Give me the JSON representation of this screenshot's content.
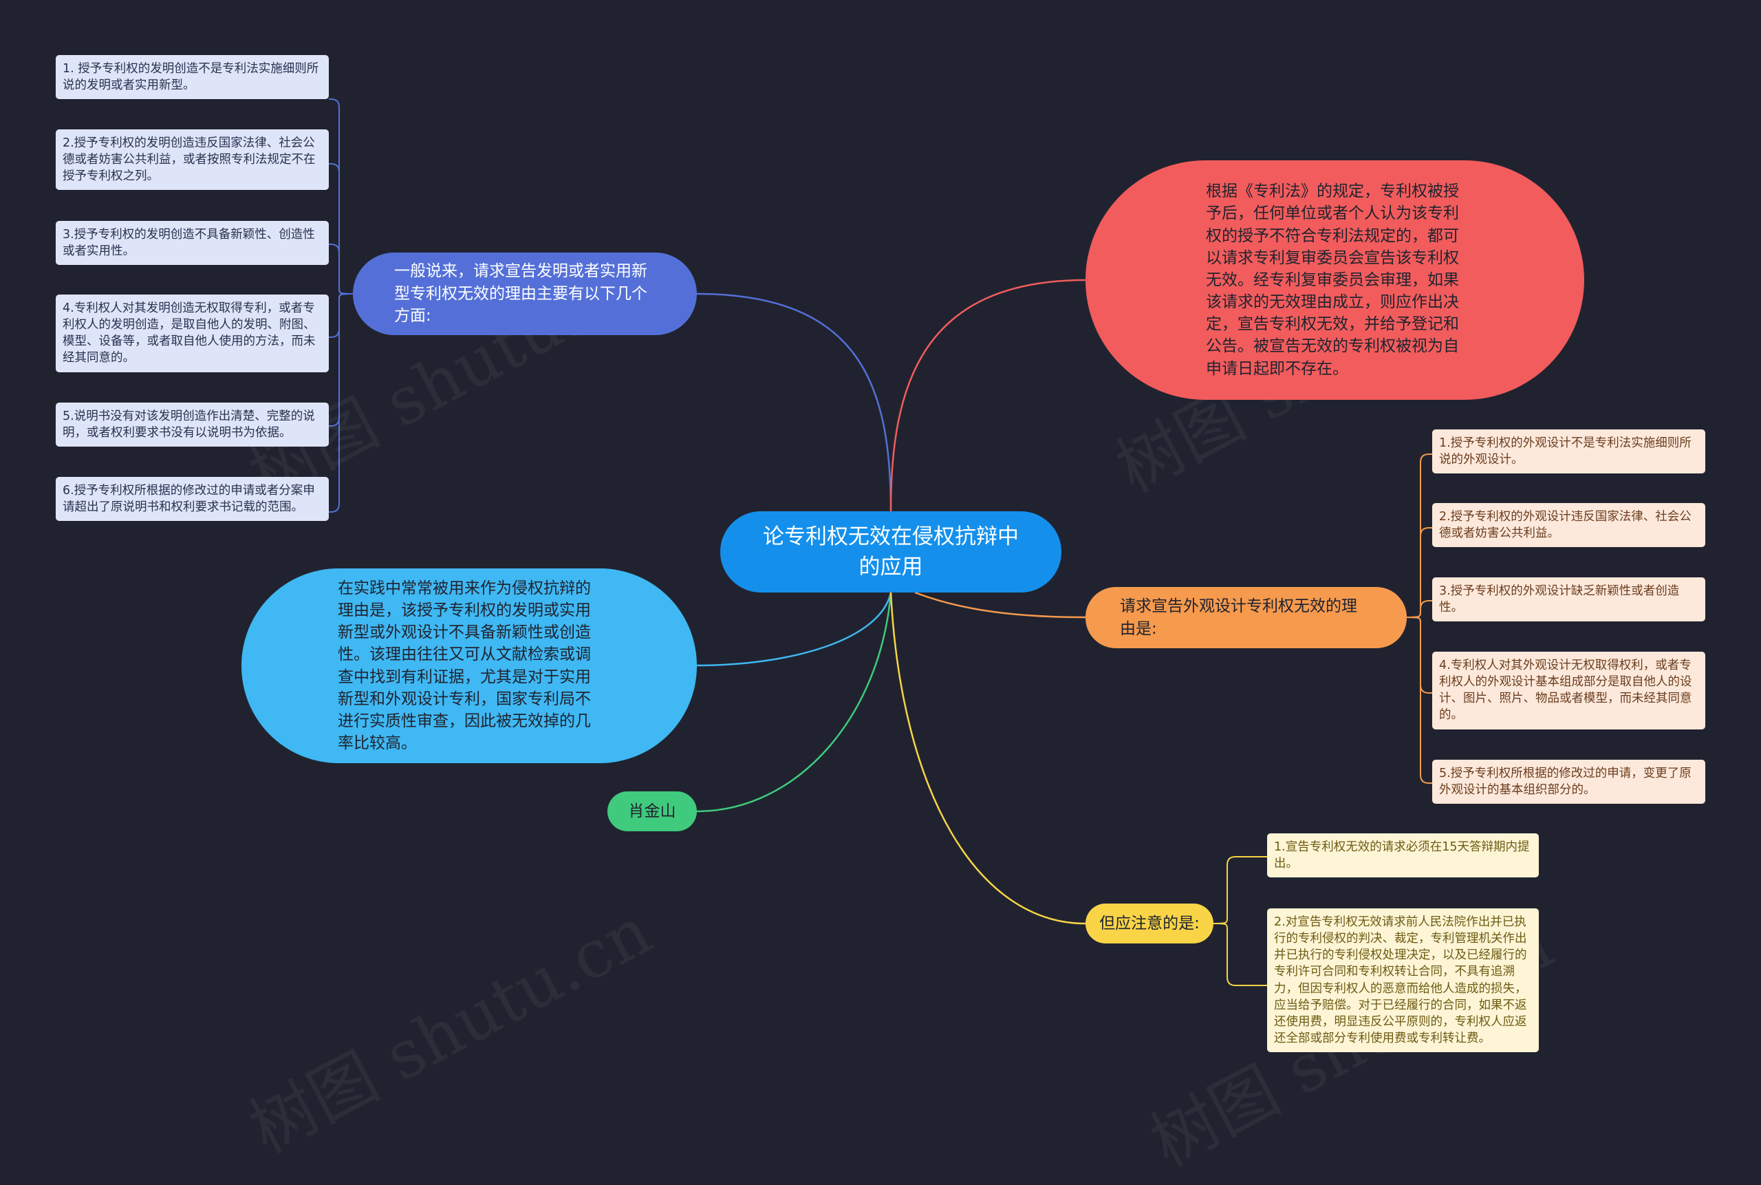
{
  "center": {
    "text": "论专利权无效在侵权抗辩中的应用"
  },
  "branches": {
    "blue": {
      "text": "一般说来，请求宣告发明或者实用新型专利权无效的理由主要有以下几个方面:",
      "color": "#5470d8"
    },
    "red": {
      "text": "根据《专利法》的规定，专利权被授予后，任何单位或者个人认为该专利权的授予不符合专利法规定的，都可以请求专利复审委员会宣告该专利权无效。经专利复审委员会审理，如果该请求的无效理由成立，则应作出决定，宣告专利权无效，并给予登记和公告。被宣告无效的专利权被视为自申请日起即不存在。",
      "color": "#f25c5c"
    },
    "cyan": {
      "text": "在实践中常常被用来作为侵权抗辩的理由是，该授予专利权的发明或实用新型或外观设计不具备新颖性或创造性。该理由往往又可从文献检索或调查中找到有利证据，尤其是对于实用新型和外观设计专利，国家专利局不进行实质性审查，因此被无效掉的几率比较高。",
      "color": "#3fb8f3"
    },
    "green": {
      "text": "肖金山",
      "color": "#3fca7d"
    },
    "orange": {
      "text": "请求宣告外观设计专利权无效的理由是:",
      "color": "#f69a4d"
    },
    "yellow": {
      "text": "但应注意的是:",
      "color": "#f9d447"
    }
  },
  "blue_leaves": [
    "1. 授予专利权的发明创造不是专利法实施细则所说的发明或者实用新型。",
    "2.授予专利权的发明创造违反国家法律、社会公德或者妨害公共利益，或者按照专利法规定不在授予专利权之列。",
    "3.授予专利权的发明创造不具备新颖性、创造性或者实用性。",
    "4.专利权人对其发明创造无权取得专利，或者专利权人的发明创造，是取自他人的发明、附图、模型、设备等，或者取自他人使用的方法，而未经其同意的。",
    "5.说明书没有对该发明创造作出清楚、完整的说明，或者权利要求书没有以说明书为依据。",
    "6.授予专利权所根据的修改过的申请或者分案申请超出了原说明书和权利要求书记载的范围。"
  ],
  "orange_leaves": [
    "1.授予专利权的外观设计不是专利法实施细则所说的外观设计。",
    "2.授予专利权的外观设计违反国家法律、社会公德或者妨害公共利益。",
    "3.授予专利权的外观设计缺乏新颖性或者创造性。",
    "4.专利权人对其外观设计无权取得权利，或者专利权人的外观设计基本组成部分是取自他人的设计、图片、照片、物品或者模型，而未经其同意的。",
    "5.授予专利权所根据的修改过的申请，变更了原外观设计的基本组织部分的。"
  ],
  "yellow_leaves": [
    "1.宣告专利权无效的请求必须在15天答辩期内提出。",
    "2.对宣告专利权无效请求前人民法院作出并已执行的专利侵权的判决、裁定，专利管理机关作出并已执行的专利侵权处理决定，以及已经履行的专利许可合同和专利权转让合同，不具有追溯力，但因专利权人的恶意而给他人造成的损失，应当给予赔偿。对于已经履行的合同，如果不返还使用费，明显违反公平原则的，专利权人应返还全部或部分专利使用费或专利转让费。"
  ],
  "watermark": "树图 shutu.cn"
}
